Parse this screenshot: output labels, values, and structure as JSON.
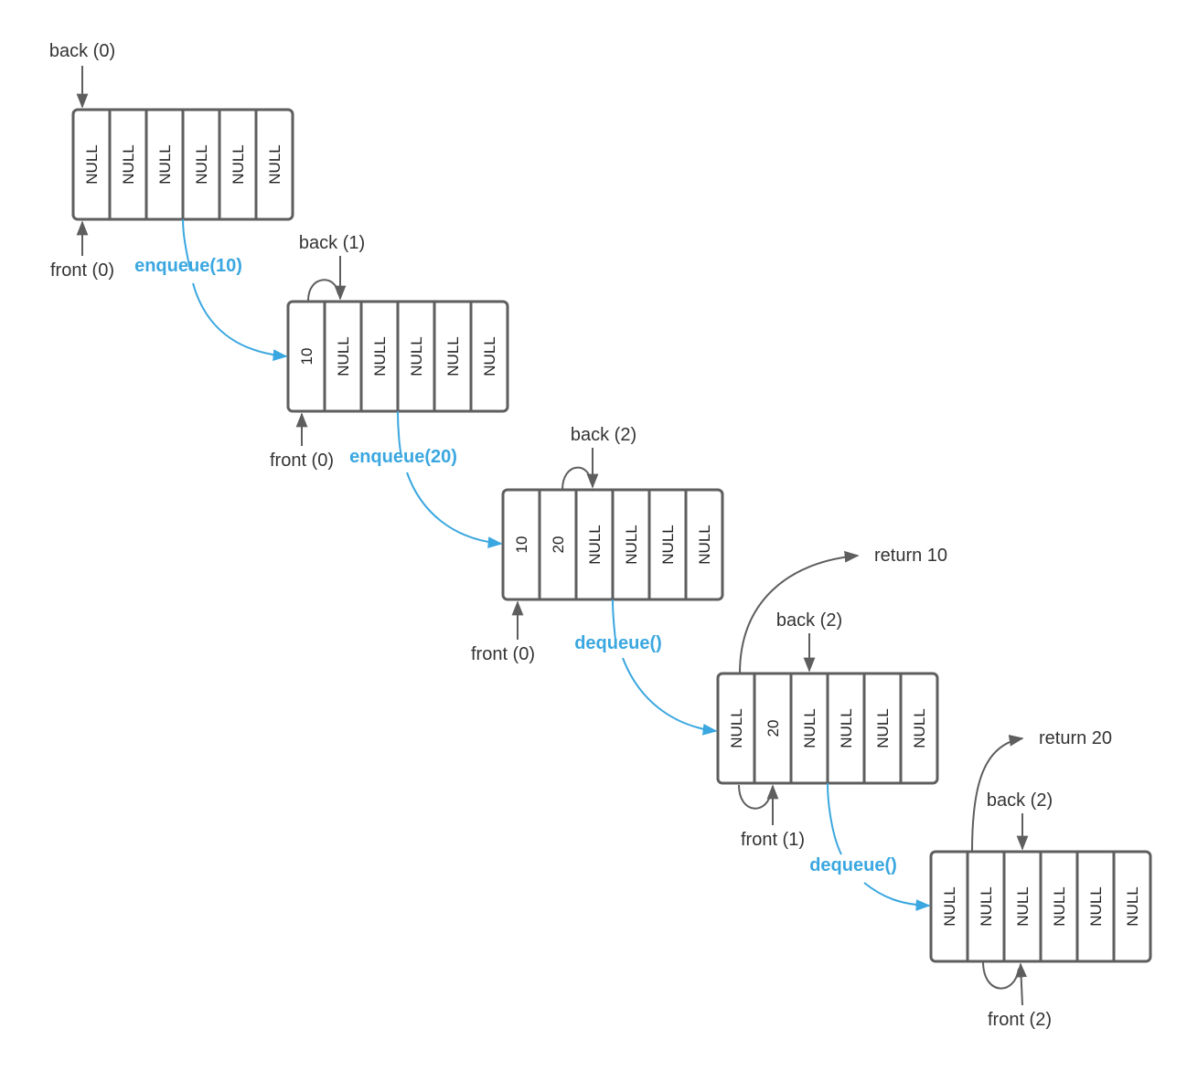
{
  "colors": {
    "stroke": "#5e5e5e",
    "operation": "#3aa7e0",
    "text": "#333333"
  },
  "states": [
    {
      "cells": [
        "NULL",
        "NULL",
        "NULL",
        "NULL",
        "NULL",
        "NULL"
      ],
      "back_label": "back (0)",
      "front_label": "front (0)"
    },
    {
      "cells": [
        "10",
        "NULL",
        "NULL",
        "NULL",
        "NULL",
        "NULL"
      ],
      "back_label": "back (1)",
      "front_label": "front (0)"
    },
    {
      "cells": [
        "10",
        "20",
        "NULL",
        "NULL",
        "NULL",
        "NULL"
      ],
      "back_label": "back (2)",
      "front_label": "front (0)"
    },
    {
      "cells": [
        "NULL",
        "20",
        "NULL",
        "NULL",
        "NULL",
        "NULL"
      ],
      "back_label": "back (2)",
      "front_label": "front (1)",
      "return_label": "return 10"
    },
    {
      "cells": [
        "NULL",
        "NULL",
        "NULL",
        "NULL",
        "NULL",
        "NULL"
      ],
      "back_label": "back (2)",
      "front_label": "front (2)",
      "return_label": "return 20"
    }
  ],
  "operations": [
    "enqueue(10)",
    "enqueue(20)",
    "dequeue()",
    "dequeue()"
  ]
}
